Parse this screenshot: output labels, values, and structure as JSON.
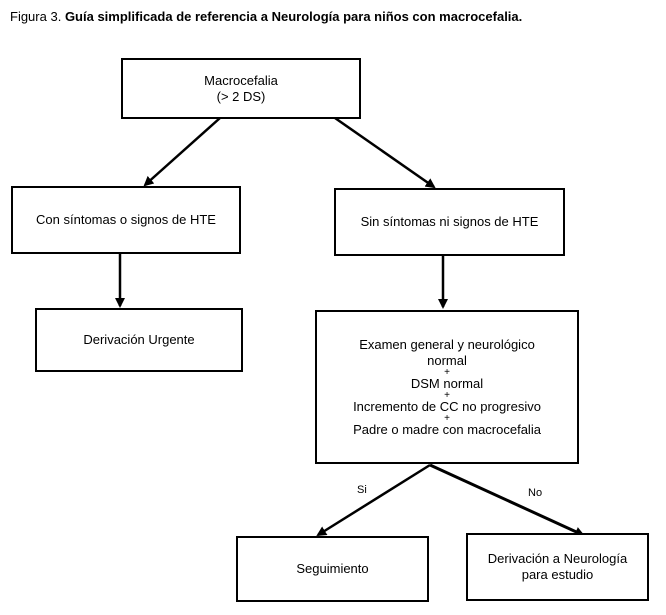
{
  "caption": {
    "prefix": "Figura 3.",
    "title": "Guía simplificada de  referencia a Neurología para niños con macrocefalia."
  },
  "nodes": {
    "root": {
      "line1": "Macrocefalia",
      "line2": "(> 2 DS)"
    },
    "with_symptoms": {
      "text": "Con síntomas o signos de HTE"
    },
    "without_symptoms": {
      "text": "Sin síntomas ni signos de HTE"
    },
    "urgent_referral": {
      "text": "Derivación Urgente"
    },
    "criteria": {
      "line1": "Examen general  y neurológico",
      "line2": "normal",
      "plus": "+",
      "line3": "DSM normal",
      "line4": "Incremento de CC no progresivo",
      "line5": "Padre o madre con macrocefalia"
    },
    "follow_up": {
      "text": "Seguimiento"
    },
    "neuro_referral": {
      "line1": "Derivación a Neurología",
      "line2": "para estudio"
    }
  },
  "edge_labels": {
    "yes": "Si",
    "no": "No"
  }
}
